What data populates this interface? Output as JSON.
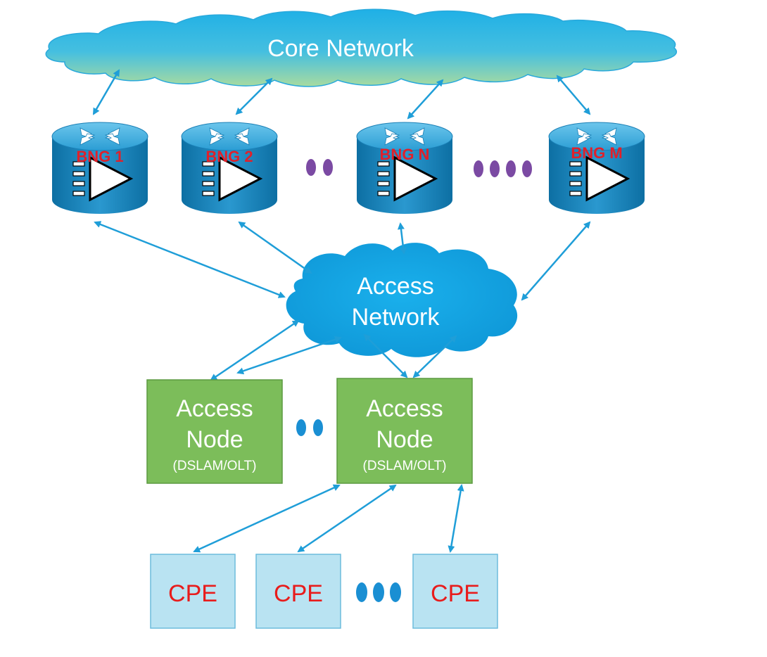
{
  "core_network": {
    "label": "Core Network"
  },
  "bngs": [
    {
      "label": "BNG 1"
    },
    {
      "label": "BNG 2"
    },
    {
      "label": "BNG N"
    },
    {
      "label": "BNG M"
    }
  ],
  "access_network": {
    "label_line1": "Access",
    "label_line2": "Network"
  },
  "access_nodes": [
    {
      "title_line1": "Access",
      "title_line2": "Node",
      "subtitle": "(DSLAM/OLT)"
    },
    {
      "title_line1": "Access",
      "title_line2": "Node",
      "subtitle": "(DSLAM/OLT)"
    }
  ],
  "cpes": [
    {
      "label": "CPE"
    },
    {
      "label": "CPE"
    },
    {
      "label": "CPE"
    }
  ],
  "colors": {
    "link": "#1f9ed8",
    "router_body": "#2690c6",
    "access_node_fill": "#7cbd5a",
    "cpe_fill": "#b9e3f2",
    "ellipsis_blue": "#1a8fd3",
    "ellipsis_purple": "#7b4aa3"
  }
}
